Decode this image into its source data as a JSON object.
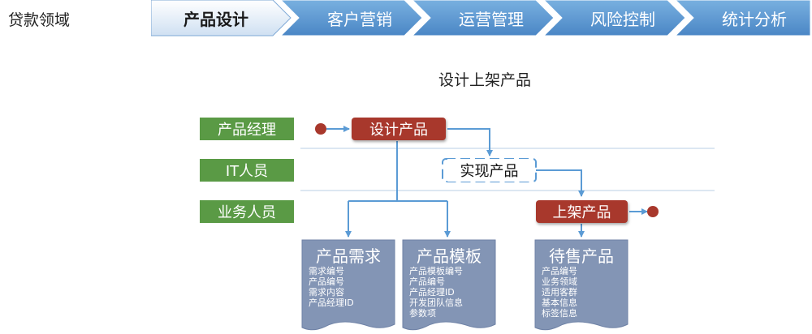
{
  "domain_label": "贷款领域",
  "tabs": [
    {
      "label": "产品设计",
      "active": true
    },
    {
      "label": "客户营销",
      "active": false
    },
    {
      "label": "运营管理",
      "active": false
    },
    {
      "label": "风险控制",
      "active": false
    },
    {
      "label": "统计分析",
      "active": false
    }
  ],
  "diagram": {
    "title": "设计上架产品",
    "lanes": [
      "产品经理",
      "IT人员",
      "业务人员"
    ],
    "processes": {
      "design": "设计产品",
      "implement": "实现产品",
      "launch": "上架产品"
    },
    "documents": [
      {
        "title": "产品需求",
        "fields": [
          "需求编号",
          "产品编号",
          "需求内容",
          "产品经理ID"
        ]
      },
      {
        "title": "产品模板",
        "fields": [
          "产品模板编号",
          "产品编号",
          "产品经理ID",
          "开发团队信息",
          "参数项"
        ]
      },
      {
        "title": "待售产品",
        "fields": [
          "产品编号",
          "业务领域",
          "适用客群",
          "基本信息",
          "标签信息"
        ]
      }
    ]
  },
  "colors": {
    "chevron_active": "#5b9bd5",
    "chevron": "#5b9bd5",
    "lane_label": "#5a9a45",
    "process": "#a8382c",
    "document": "#8395b5",
    "connector": "#5b9bd5",
    "endpoint": "#a8382c"
  }
}
